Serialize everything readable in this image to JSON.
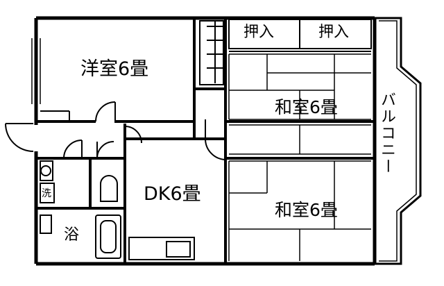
{
  "rooms": {
    "western": "洋室6畳",
    "japanese_top": "和室6畳",
    "japanese_bottom": "和室6畳",
    "dk": "DK6畳",
    "closet_left": "押入",
    "closet_right": "押入",
    "balcony": "バルコニー",
    "bath": "浴",
    "wash": "洗"
  }
}
